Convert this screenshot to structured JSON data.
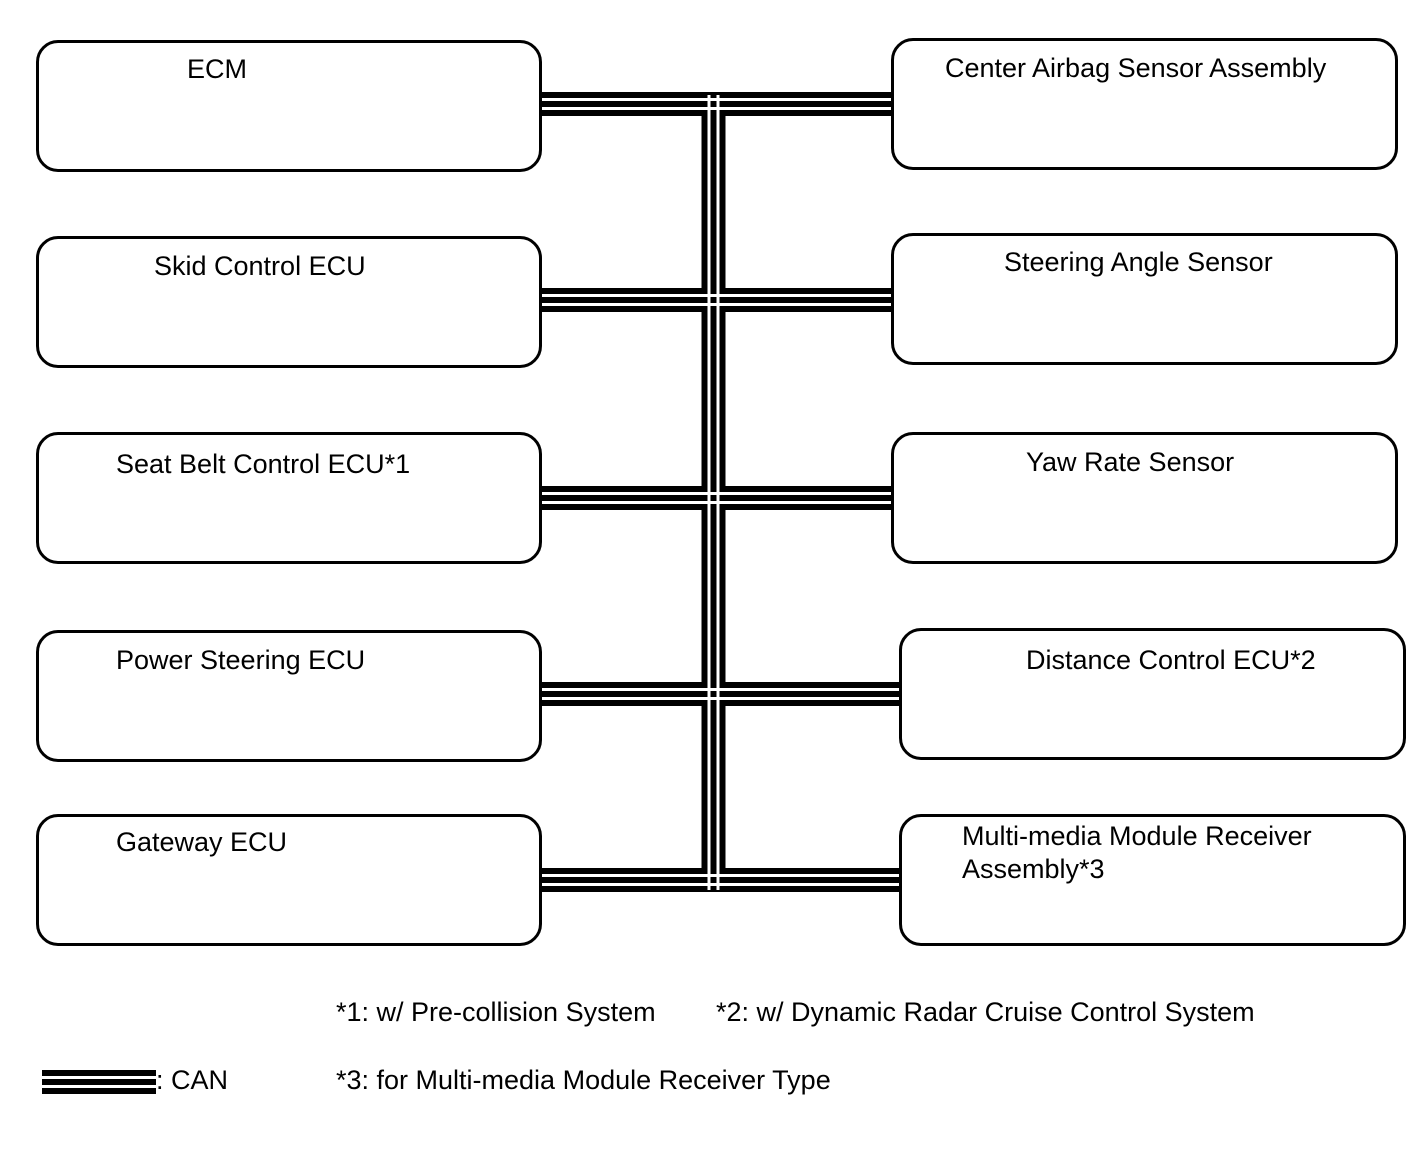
{
  "legend": {
    "can_label": ": CAN"
  },
  "nodes": {
    "ecm": "ECM",
    "skid": "Skid Control ECU",
    "seatbelt": "Seat Belt Control ECU*1",
    "power_steering": "Power Steering ECU",
    "gateway": "Gateway ECU",
    "airbag": "Center Airbag Sensor Assembly",
    "steering_angle": "Steering Angle Sensor",
    "yaw": "Yaw Rate Sensor",
    "distance": "Distance Control ECU*2",
    "multimedia_line1": "Multi-media Module Receiver",
    "multimedia_line2": "Assembly*3"
  },
  "notes": {
    "n1": "*1: w/ Pre-collision System",
    "n2": "*2: w/ Dynamic Radar Cruise Control System",
    "n3": "*3: for Multi-media Module Receiver Type"
  }
}
